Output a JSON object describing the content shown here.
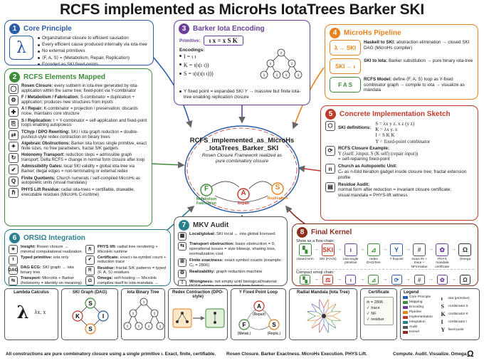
{
  "title": "RCFS implemented as MicroHs IotaTrees Barker SKI",
  "colors": {
    "blue": "#2b5ca8",
    "green": "#3e8b3a",
    "purple": "#6a3d9a",
    "orange": "#e8821e",
    "red": "#c0392b",
    "teal": "#2a7f8e",
    "brown": "#8b2c1f",
    "gray": "#555555"
  },
  "p1": {
    "num": "1",
    "title": "Core Principle",
    "symbol": "λ",
    "items": [
      "Organizational closure to efficient causation",
      "Every efficient cause produced internally via iota-tree",
      "No external primitives",
      "⟨F, A, S⟩ = (Metabolism, Repair, Replication)",
      "Encoded as SKI fixed-points"
    ]
  },
  "p2": {
    "num": "2",
    "title": "RCFS Elements Mapped",
    "items": [
      {
        "icon": "◯",
        "label": "Rosen Closure:",
        "text": "every subterm in iota-tree generated by iota-application within the same tree; fixed-point via Y-combinator"
      },
      {
        "icon": "⚙",
        "label": "F / Metabolism / Fabrication:",
        "text": "S-combinator = duplication + application; produces new structures from inputs"
      },
      {
        "icon": "✚",
        "label": "A / Repair:",
        "text": "K-combinator = projection / preservation; discards noise, maintains core structure"
      },
      {
        "icon": "⎘",
        "label": "S / Replication:",
        "text": "I + Y-combinator = self-application and fixed-point loops enabling autopoiesis"
      },
      {
        "icon": "⇄",
        "label": "TChyp / DPO Rewriting:",
        "text": "SKI / iota graph reduction = double-pushout-style redex contraction on binary trees"
      },
      {
        "icon": "✦",
        "label": "Algebraic Obstructions:",
        "text": "Barker iota forces single primitive, exact finite sizes, no free parameters, fractal S/K gadgets"
      },
      {
        "icon": "↻",
        "label": "Holonomy Transport:",
        "text": "reduction steps = admissible graph transport; Delta RCFS = change in normal form closure after loop"
      },
      {
        "icon": "✔",
        "label": "Admissibility Gates:",
        "text": "local SKI validity = global iota-tree via Barker; illegal edges = non-terminating or external redex"
      },
      {
        "icon": "Q",
        "label": "Finite Quotients:",
        "text": "Church numerals / self-compiled MicroHs as autopoietic units (visual mandalas)"
      },
      {
        "icon": "ℏ",
        "label": "PHYS Lift Residue:",
        "text": "radial iota-trees = certifiable, drawable, executable residues (MicroHs C-runtime)"
      }
    ]
  },
  "p3": {
    "num": "3",
    "title": "Barker Iota Encoding",
    "primitive_label": "Primitive:",
    "primitive": "ι x = x S K",
    "encodings_label": "Encodings:",
    "encodings": [
      "I = ι ι",
      "K = ι(ι(ι ι))",
      "S = ι(ι(ι(ι ι)))"
    ],
    "fixed_point": "Y fixed point = expanded SKI Y → massive but finite iota-tree enabling replication closure",
    "tree_root": "ι",
    "tree_leaf": "ι"
  },
  "p4": {
    "num": "4",
    "title": "MicroHs Pipeline",
    "steps": [
      {
        "chip": "λ → SKI",
        "label": "Haskell to SKI:",
        "text": "abstraction elimination → closed SKI DAG (MicroHs compiler)"
      },
      {
        "chip": "SKI → ι",
        "label": "SKI to Iota:",
        "text": "Barker substitution → pure binary iota-tree"
      },
      {
        "chip": "F A S",
        "label": "RCFS Model:",
        "text": "define ⟨F, A, S⟩ loop as Y-fixed combinator graph → compile to iota → visualize as mandala"
      }
    ]
  },
  "center": {
    "title": "RCFS_implemented_as_MicroHs_IotaTrees_Barker_SKI",
    "subtitle": "Rosen Closure Framework realized as pure combinatory closure",
    "F": "F",
    "A": "A",
    "S": "S",
    "F_label": "Metabolism Fabrication",
    "A_label": "Repair",
    "S_label": "Replication"
  },
  "p5": {
    "num": "5",
    "title": "Concrete Implementation Sketch",
    "defs_label": "SKI definitions:",
    "defs": [
      "S = λx y z. x z (y z)",
      "K = λx y. x",
      "I = S K K",
      "Y = fixed-point combinator"
    ],
    "example_label": "RCFS Closure Example:",
    "example": "Y (λself. λinput. S (K self) (repair input))",
    "example_note": "= self-repairing fixed-point",
    "church_label": "Church as Autopoietic Unit:",
    "church": "Cₙ as n-fold iteration gadget inside closure tree; fractal extension profile",
    "residue_label": "Residue Audit:",
    "residue": [
      "normal form after reduction = invariant closure certificate;",
      "visual mandala = PHYS-lift witness"
    ]
  },
  "p6": {
    "num": "6",
    "title": "ORSIΩ Integration",
    "left": [
      {
        "icon": "☀",
        "label": "Insight:",
        "text": "Rosen closure → minimal computational realization"
      },
      {
        "icon": "τ",
        "label": "Typed primitive:",
        "text": "iota only"
      },
      {
        "icon": "DAG",
        "label": "DAG ECG:",
        "text": "SKI graph → iota binary tree"
      },
      {
        "icon": "⇆",
        "label": "Transport:",
        "text": "MicroHs + Barker (holonomy = identity on meaning)"
      }
    ],
    "right": [
      {
        "icon": "ℏ",
        "label": "PHYS lift:",
        "text": "radial tree rendering + MicroHs runtime"
      },
      {
        "icon": "✔",
        "label": "Certificate:",
        "text": "exact ι-ta-symbol count + reduction trace"
      },
      {
        "icon": "R",
        "label": "Residue:",
        "text": "fractal S/K patterns = typed ⟨F, A, S⟩ residues"
      },
      {
        "icon": "Ω",
        "label": "Omega:",
        "text": "self-hosting — MicroHs compiles itself to iota-mandala → audit → refine"
      }
    ]
  },
  "p7": {
    "num": "7",
    "title": "MKV Audit",
    "items": [
      {
        "icon": "▦",
        "label": "Local/global:",
        "text": "SKI local ↔ iota global licensed"
      },
      {
        "icon": "⇆",
        "label": "Transport obstruction:",
        "text": "basis obstruction = 0, operational issues = size blowup, sharing loss, normalization cost"
      },
      {
        "icon": "⊞",
        "label": "Finite exactness:",
        "text": "exact symbol counts (example: C₆ = 2806)"
      },
      {
        "icon": "⚙",
        "label": "Realizability:",
        "text": "graph reduction machine"
      },
      {
        "icon": "!",
        "label": "Wrongness:",
        "text": "not empty until biological/material RCFS claims are separated from formal combinatory closure"
      }
    ]
  },
  "p8": {
    "num": "8",
    "title": "Final Kernel",
    "flow_caption": "Show as a flow chain:",
    "flow": [
      {
        "icon": "▚",
        "label": "closed term"
      },
      {
        "icon": "SKI",
        "label": "SKI (F/A/S)"
      },
      {
        "icon": "ι",
        "label": "iota single primitive"
      },
      {
        "icon": "⊿",
        "label": "redex DAG/tree"
      },
      {
        "icon": "Y",
        "label": "Y fixpoint"
      },
      {
        "icon": "#",
        "label": "exact #s + trace + NF/residue"
      },
      {
        "icon": "✿",
        "label": "PHYS mandala certificate"
      },
      {
        "icon": "Ω",
        "label": "Omega"
      }
    ],
    "compact_caption": "Compact emoji chain:",
    "compact": [
      {
        "icon": "▚",
        "label": "closed-term"
      },
      {
        "icon": "⚖",
        "label": "SKI (F/A/S)"
      },
      {
        "icon": "ι",
        "label": "ι (single-prim)"
      },
      {
        "icon": "⊿",
        "label": "redex-DAG"
      },
      {
        "icon": "⟳",
        "label": "Y/fixpt"
      },
      {
        "icon": "#",
        "label": "#s + trace + NF/residue"
      },
      {
        "icon": "✿",
        "label": "mandala-cert"
      },
      {
        "icon": "Ω",
        "label": "Ω"
      }
    ]
  },
  "bottom": {
    "lambda": {
      "title": "Lambda Calculus",
      "symbol": "λ",
      "expr": "λx. x"
    },
    "skigraph": {
      "title": "SKI Graph (DAG)",
      "S": "S",
      "K": "K",
      "I": "I"
    },
    "iota": {
      "title": "Iota Binary Tree",
      "node": "ι"
    },
    "redex": {
      "title": "Redex Contraction (DPO-style)"
    },
    "yloop": {
      "title": "Y Fixed Point Loop",
      "A": "A",
      "A_label": "(Repair)",
      "F": "F",
      "F_label": "(Metab.)",
      "S": "S",
      "S_label": "(Replic.)"
    },
    "mandala": {
      "title": "Radial Mandala (Iota Tree)"
    },
    "cert": {
      "title": "Certificate",
      "lines": [
        "#ι = 2806",
        "✓ trace",
        "✓ NF",
        "✓ residue"
      ]
    },
    "legend": {
      "title": "Legend",
      "left": [
        {
          "color": "#2b5ca8",
          "label": "Core Principle"
        },
        {
          "color": "#3e8b3a",
          "label": "Mapping"
        },
        {
          "color": "#6a3d9a",
          "label": "Encoding"
        },
        {
          "color": "#e8821e",
          "label": "Pipeline"
        },
        {
          "color": "#c0392b",
          "label": "Implementation"
        },
        {
          "color": "#2a7f8e",
          "label": "Integration"
        },
        {
          "color": "#555555",
          "label": "Audit"
        },
        {
          "color": "#8b2c1f",
          "label": "Kernel"
        }
      ],
      "right": [
        {
          "sym": "ι",
          "label": "iota (primitive)"
        },
        {
          "sym": "S",
          "label": "combinator S"
        },
        {
          "sym": "K",
          "label": "combinator K"
        },
        {
          "sym": "I",
          "label": "combinator I"
        },
        {
          "sym": "Y",
          "label": "fixed-point"
        }
      ]
    }
  },
  "footer": {
    "left": "All constructions are pure combinatory closure using a single primitive ι. Exact, finite, certifiable.",
    "mid": "Rosen Closure. Barker Exactness. MicroHs Execution. PHYS Lift.",
    "right": "Compute. Audit. Visualize. Omega.",
    "omega": "Ω"
  }
}
